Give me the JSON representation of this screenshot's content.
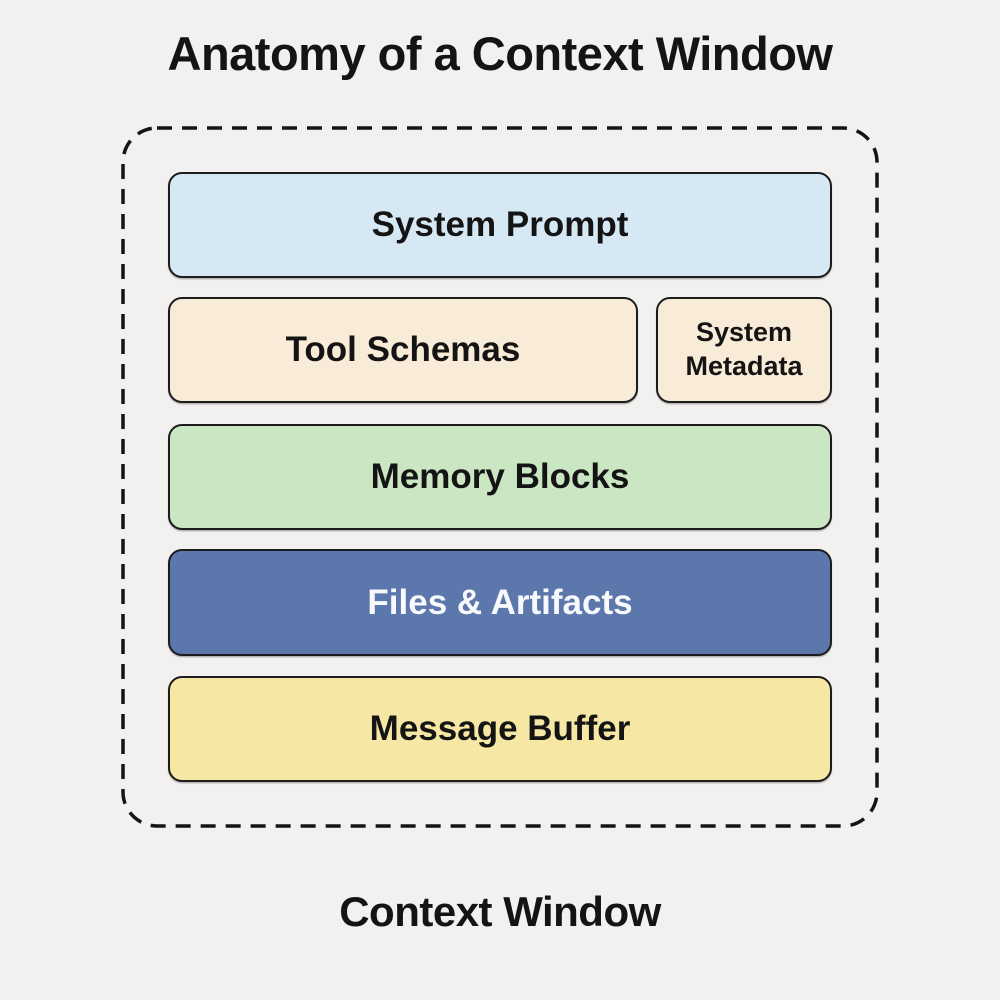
{
  "title": "Anatomy of a Context Window",
  "container": {
    "label": "Context Window",
    "border_color": "#141414",
    "border_style": "dashed"
  },
  "background_color": "#f2f1ef",
  "boxes": {
    "system_prompt": {
      "label": "System Prompt",
      "fill": "#d7e8f5",
      "text_color": "#141414"
    },
    "tool_schemas": {
      "label": "Tool Schemas",
      "fill": "#f8ecd9",
      "text_color": "#141414"
    },
    "system_metadata": {
      "label": "System Metadata",
      "fill": "#f8ecd9",
      "text_color": "#141414"
    },
    "memory_blocks": {
      "label": "Memory Blocks",
      "fill": "#cbe6c3",
      "text_color": "#141414"
    },
    "files_artifacts": {
      "label": "Files & Artifacts",
      "fill": "#5c77ac",
      "text_color": "#f7f9fc"
    },
    "message_buffer": {
      "label": "Message Buffer",
      "fill": "#f6e8a4",
      "text_color": "#141414"
    }
  }
}
